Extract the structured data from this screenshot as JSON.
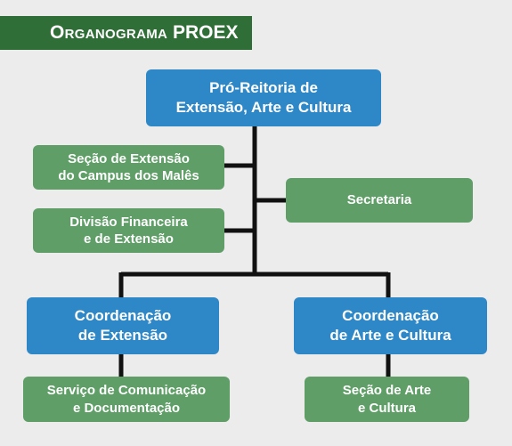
{
  "title": {
    "prefix": "Organograma",
    "main": "PROEX"
  },
  "nodes": {
    "proex": {
      "line1": "Pró-Reitoria de",
      "line2": "Extensão, Arte e Cultura"
    },
    "secao_extensao_males": {
      "line1": "Seção de Extensão",
      "line2": "do Campus dos Malês"
    },
    "divisao_financeira": {
      "line1": "Divisão Financeira",
      "line2": "e de Extensão"
    },
    "secretaria": {
      "line1": "Secretaria"
    },
    "coord_extensao": {
      "line1": "Coordenação",
      "line2": "de Extensão"
    },
    "coord_arte_cultura": {
      "line1": "Coordenação",
      "line2": "de Arte e Cultura"
    },
    "servico_comunicacao": {
      "line1": "Serviço de Comunicação",
      "line2": "e Documentação"
    },
    "secao_arte_cultura": {
      "line1": "Seção de Arte",
      "line2": "e Cultura"
    }
  },
  "colors": {
    "banner": "#2f6e36",
    "blue_box": "#2e87c6",
    "green_box": "#5f9e67",
    "connector": "#111111",
    "background": "#ececec"
  }
}
